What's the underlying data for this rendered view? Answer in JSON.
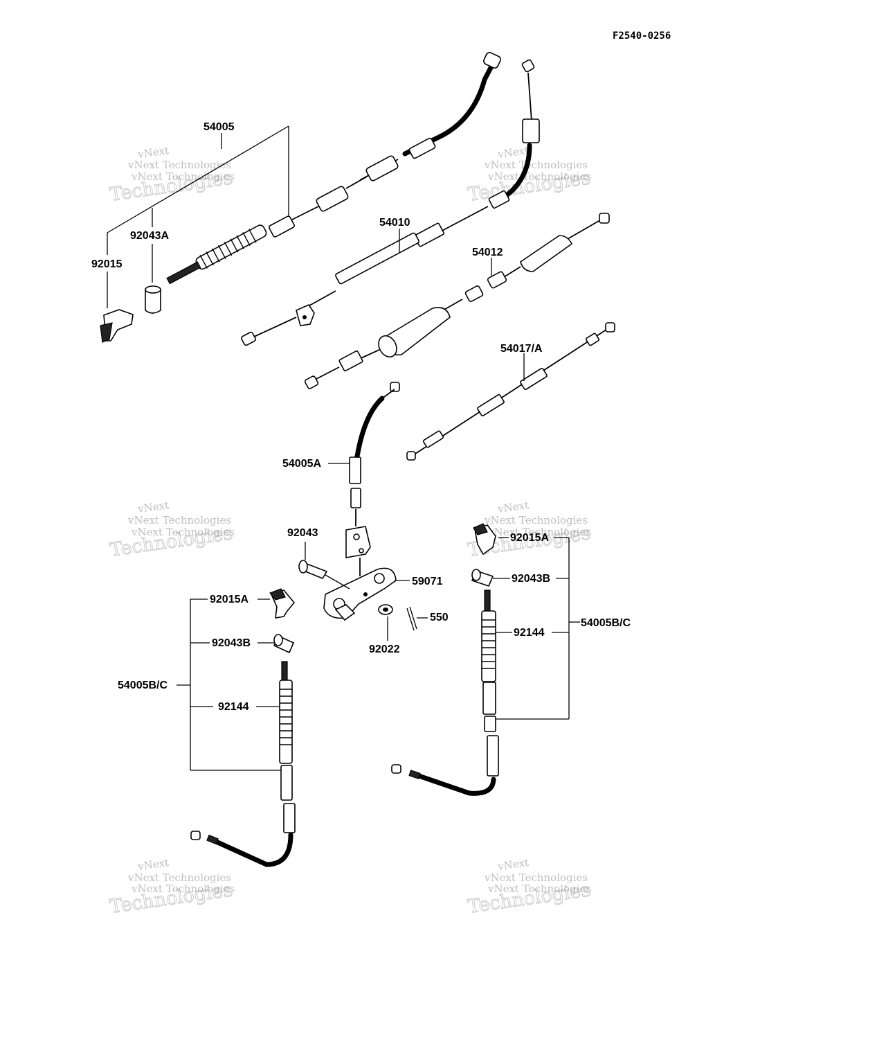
{
  "drawing_code": "F2540-0256",
  "watermark": {
    "line1": "vNext Technologies",
    "line2": "vNext",
    "line3": "Technologies",
    "line4": "vNext Technologies"
  },
  "parts": {
    "p54005": "54005",
    "p92043A": "92043A",
    "p92015": "92015",
    "p54010": "54010",
    "p54012": "54012",
    "p54017A": "54017/A",
    "p54005A": "54005A",
    "p92043": "92043",
    "p59071": "59071",
    "p550": "550",
    "p92022": "92022",
    "left_92015A": "92015A",
    "left_92043B": "92043B",
    "left_54005BC": "54005B/C",
    "left_92144": "92144",
    "right_92015A": "92015A",
    "right_92043B": "92043B",
    "right_54005BC": "54005B/C",
    "right_92144": "92144"
  }
}
